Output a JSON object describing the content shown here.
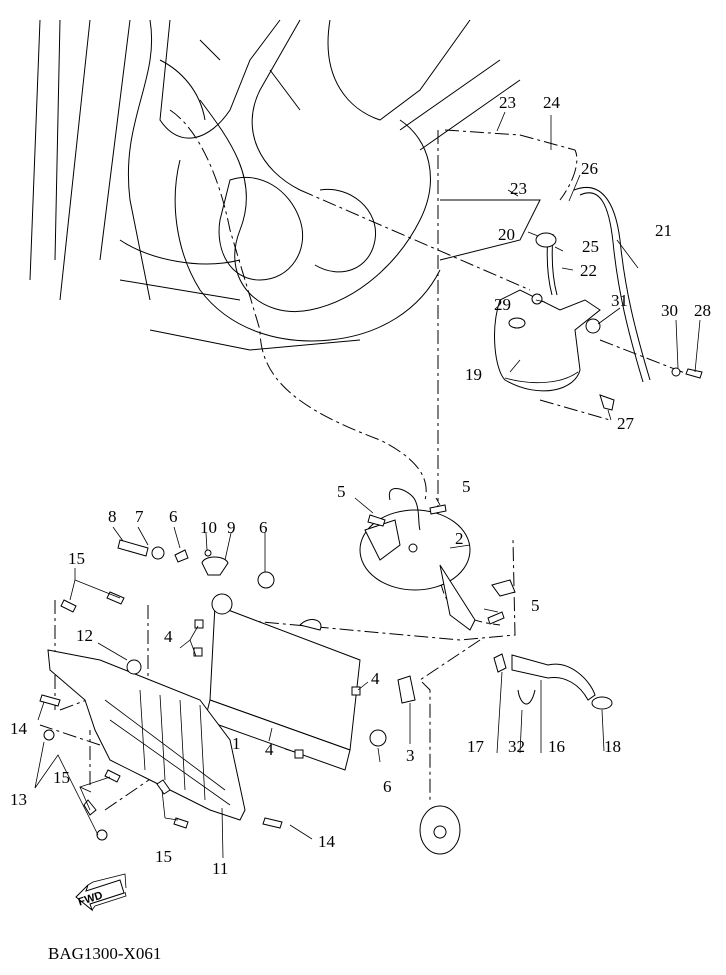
{
  "diagram": {
    "title_code": "BAG1300-X061",
    "direction_indicator": "FWD",
    "callouts": [
      {
        "id": "c23a",
        "text": "23"
      },
      {
        "id": "c24",
        "text": "24"
      },
      {
        "id": "c23b",
        "text": "23"
      },
      {
        "id": "c26",
        "text": "26"
      },
      {
        "id": "c21",
        "text": "21"
      },
      {
        "id": "c20",
        "text": "20"
      },
      {
        "id": "c25",
        "text": "25"
      },
      {
        "id": "c22",
        "text": "22"
      },
      {
        "id": "c29",
        "text": "29"
      },
      {
        "id": "c31",
        "text": "31"
      },
      {
        "id": "c30",
        "text": "30"
      },
      {
        "id": "c28",
        "text": "28"
      },
      {
        "id": "c19",
        "text": "19"
      },
      {
        "id": "c27",
        "text": "27"
      },
      {
        "id": "c5a",
        "text": "5"
      },
      {
        "id": "c5b",
        "text": "5"
      },
      {
        "id": "c2",
        "text": "2"
      },
      {
        "id": "c5c",
        "text": "5"
      },
      {
        "id": "c8",
        "text": "8"
      },
      {
        "id": "c7",
        "text": "7"
      },
      {
        "id": "c6a",
        "text": "6"
      },
      {
        "id": "c10",
        "text": "10"
      },
      {
        "id": "c9",
        "text": "9"
      },
      {
        "id": "c6b",
        "text": "6"
      },
      {
        "id": "c15a",
        "text": "15"
      },
      {
        "id": "c12",
        "text": "12"
      },
      {
        "id": "c4a",
        "text": "4"
      },
      {
        "id": "c4b",
        "text": "4"
      },
      {
        "id": "c14a",
        "text": "14"
      },
      {
        "id": "c1",
        "text": "1"
      },
      {
        "id": "c4c",
        "text": "4"
      },
      {
        "id": "c6c",
        "text": "6"
      },
      {
        "id": "c3",
        "text": "3"
      },
      {
        "id": "c17",
        "text": "17"
      },
      {
        "id": "c32",
        "text": "32"
      },
      {
        "id": "c16",
        "text": "16"
      },
      {
        "id": "c18",
        "text": "18"
      },
      {
        "id": "c13",
        "text": "13"
      },
      {
        "id": "c15b",
        "text": "15"
      },
      {
        "id": "c15c",
        "text": "15"
      },
      {
        "id": "c11",
        "text": "11"
      },
      {
        "id": "c14b",
        "text": "14"
      }
    ]
  }
}
